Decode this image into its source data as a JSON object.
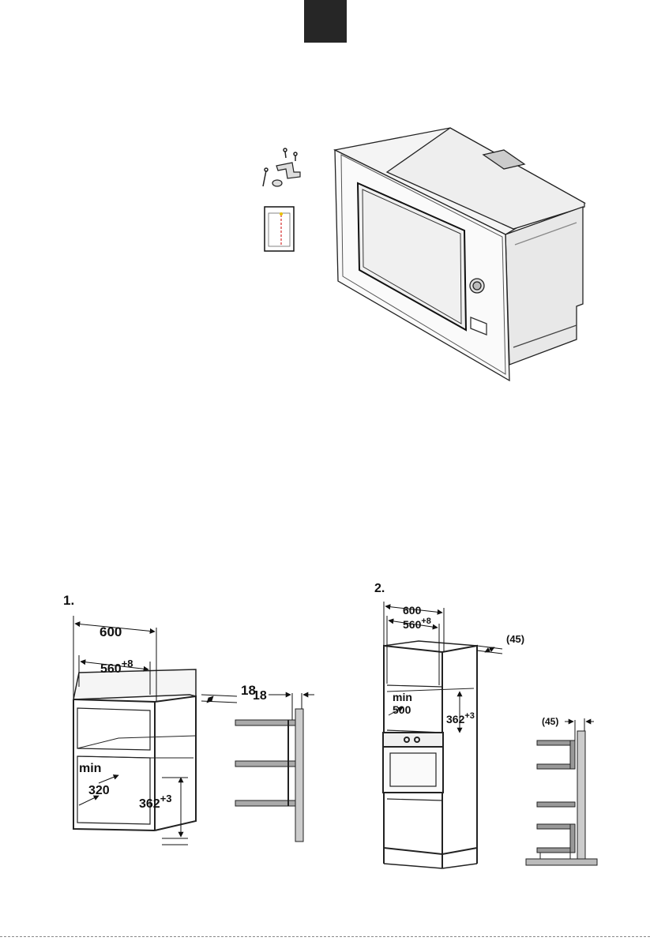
{
  "header": {
    "tab_color": "#262626"
  },
  "diagram1": {
    "number": "1.",
    "width_outer": "600",
    "width_inner_base": "560",
    "width_inner_tol": "+8",
    "panel_thickness": "18",
    "detail_thickness": "18",
    "min_label": "min",
    "depth": "320",
    "height_base": "362",
    "height_tol": "+3"
  },
  "diagram2": {
    "number": "2.",
    "width_outer": "600",
    "width_inner_base": "560",
    "width_inner_tol": "+8",
    "gap": "(45)",
    "detail_gap": "(45)",
    "min_label": "min",
    "depth": "500",
    "height_base": "362",
    "height_tol": "+3"
  },
  "icons": [
    "screw-icon",
    "mounting-bracket-icon",
    "template-sheet-icon",
    "microwave-oven-illustration"
  ]
}
